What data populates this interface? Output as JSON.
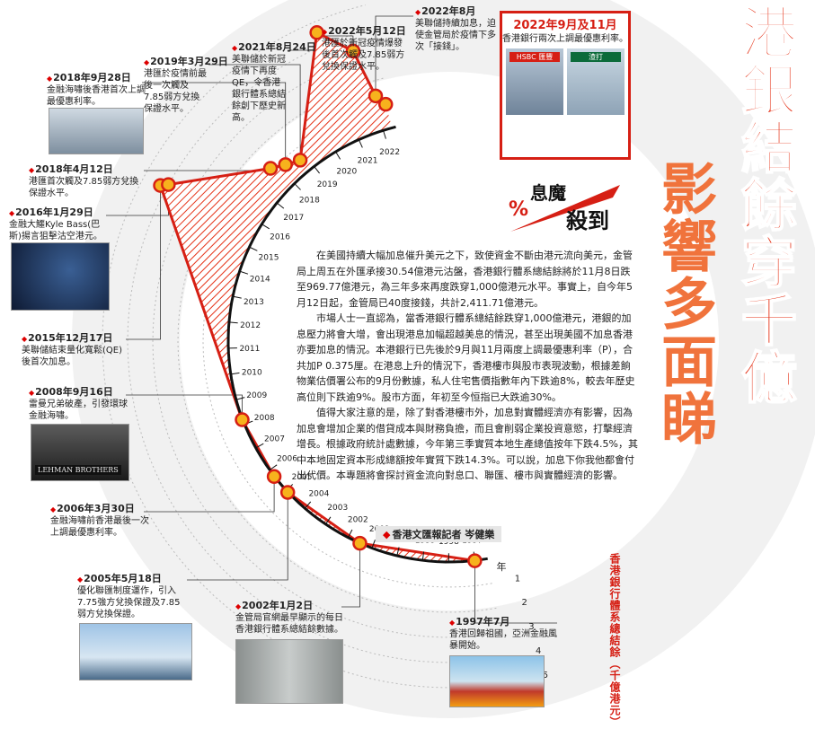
{
  "headline": "港銀結餘穿千億",
  "subheadline": "影響多面睇",
  "article": [
    "在美國持續大幅加息催升美元之下，致使資金不斷由港元流向美元，金管局上周五在外匯承接30.54億港元沽盤，香港銀行體系總結餘將於11月8日跌至969.77億港元，為三年多來再度跌穿1,000億港元水平。事實上，自今年5月12日起，金管局已40度接錢，共計2,411.71億港元。",
    "市場人士一直認為，當香港銀行體系總結餘跌穿1,000億港元，港銀的加息壓力將會大增，會出現港息加幅超越美息的情況，甚至出現美國不加息香港亦要加息的情況。本港銀行已先後於9月與11月兩度上調最優惠利率（P），合共加P 0.375厘。在港息上升的情況下，香港樓市與股市表現波動，根據差餉物業估價署公布的9月份數據，私人住宅售價指數年內下跌逾8%，較去年歷史高位則下跌逾9%。股市方面，年初至今恒指已大跌逾30%。",
    "值得大家注意的是，除了對香港樓市外，加息對實體經濟亦有影響，因為加息會增加企業的借貸成本與財務負擔，而且會削弱企業投資意慾，打擊經濟增長。根據政府統計處數據，今年第三季實質本地生產總值按年下跌4.5%，其中本地固定資本形成總額按年實質下跌14.3%。可以說，加息下你我他都會付出代價。本專題將會探討資金流向對息口、聯匯、樓市與實體經濟的影響。"
  ],
  "byline": "香港文匯報記者 岑健樂",
  "brand": {
    "line1": "息魔",
    "line2": "殺到",
    "symbol": "%"
  },
  "highlight": {
    "date": "2022年9月及11月",
    "text": "香港銀行兩次上調最優惠利率。",
    "photo1": "HSBC 匯豐",
    "photo2": "渣打"
  },
  "events": {
    "e2022aug": {
      "date": "2022年8月",
      "text": "美聯儲持續加息，迫使金管局於疫情下多次「接錢」。"
    },
    "e2022may": {
      "date": "2022年5月12日",
      "text": "港匯於新冠疫情爆發後首次觸及7.85弱方兌換保證水平。"
    },
    "e2021aug": {
      "date": "2021年8月24日",
      "text": "美聯儲於新冠疫情下再度QE，令香港銀行體系總結餘創下歷史新高。"
    },
    "e2019mar": {
      "date": "2019年3月29日",
      "text": "港匯於疫情前最後一次觸及7.85弱方兌換保證水平。"
    },
    "e2018sep": {
      "date": "2018年9月28日",
      "text": "金融海嘯後香港首次上調最優惠利率。"
    },
    "e2018apr": {
      "date": "2018年4月12日",
      "text": "港匯首次觸及7.85弱方兌換保證水平。"
    },
    "e2016jan": {
      "date": "2016年1月29日",
      "text": "金融大鱷Kyle Bass(巴斯)揚言狙擊沽空港元。"
    },
    "e2015dec": {
      "date": "2015年12月17日",
      "text": "美聯儲結束量化寬鬆(QE)後首次加息。"
    },
    "e2008sep": {
      "date": "2008年9月16日",
      "text": "雷曼兄弟破產，引發環球金融海嘯。",
      "photo": "LEHMAN BROTHERS"
    },
    "e2006mar": {
      "date": "2006年3月30日",
      "text": "金融海嘯前香港最後一次上調最優惠利率。"
    },
    "e2005may": {
      "date": "2005年5月18日",
      "text": "優化聯匯制度運作，引入7.75強方兌換保證及7.85弱方兌換保證。"
    },
    "e2002jan": {
      "date": "2002年1月2日",
      "text": "金管局官網最早顯示的每日香港銀行體系總結餘數據。"
    },
    "e1997jul": {
      "date": "1997年7月",
      "text": "香港回歸祖國，亞洲金融風暴開始。"
    }
  },
  "chart_data": {
    "type": "area",
    "title": "",
    "xlabel": "年",
    "ylabel": "香港銀行體系總結餘（千億港元）",
    "x_ticks": [
      "1997",
      "1998",
      "1999",
      "2000",
      "2001",
      "2002",
      "2003",
      "2004",
      "2005",
      "2006",
      "2007",
      "2008",
      "2009",
      "2010",
      "2011",
      "2012",
      "2013",
      "2014",
      "2015",
      "2016",
      "2017",
      "2018",
      "2019",
      "2020",
      "2021",
      "2022"
    ],
    "y_ticks": [
      "1",
      "2",
      "3",
      "4",
      "5"
    ],
    "ylim": [
      0,
      5
    ],
    "markers": [
      {
        "x": 1997.5,
        "y": 0.01
      },
      {
        "x": 2002.0,
        "y": 0.005
      },
      {
        "x": 2005.4,
        "y": 0.015
      },
      {
        "x": 2006.2,
        "y": 0.015
      },
      {
        "x": 2008.7,
        "y": 0.02
      },
      {
        "x": 2015.96,
        "y": 4.26
      },
      {
        "x": 2016.08,
        "y": 4.0
      },
      {
        "x": 2018.28,
        "y": 1.1
      },
      {
        "x": 2018.74,
        "y": 0.79
      },
      {
        "x": 2019.24,
        "y": 0.54
      },
      {
        "x": 2021.64,
        "y": 4.57
      },
      {
        "x": 2022.36,
        "y": 3.37
      },
      {
        "x": 2022.6,
        "y": 1.4
      },
      {
        "x": 2022.85,
        "y": 0.97
      }
    ],
    "colors": {
      "line": "#d61f14",
      "fill": "#e53217",
      "marker": "#f7b21d"
    }
  }
}
